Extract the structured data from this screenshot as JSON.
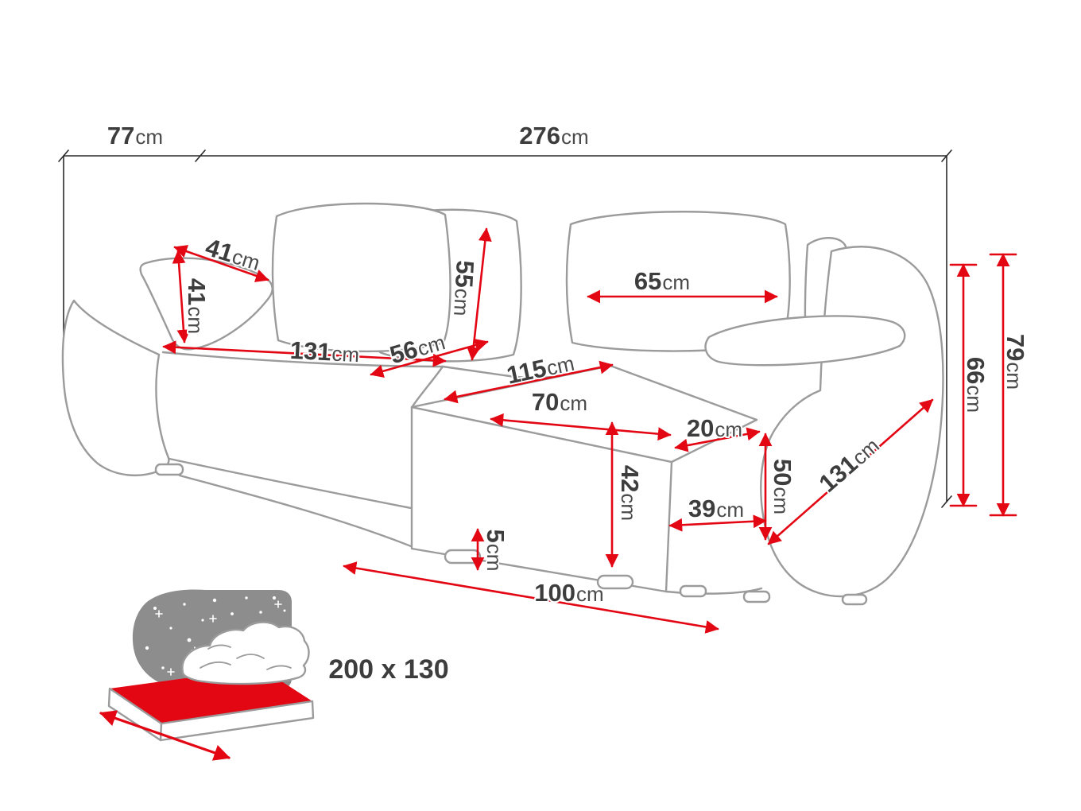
{
  "dims": {
    "top_depth": {
      "value": "77",
      "unit": "cm"
    },
    "total_width": {
      "value": "276",
      "unit": "cm"
    },
    "arm_pillow_width": {
      "value": "41",
      "unit": "cm"
    },
    "arm_pillow_height": {
      "value": "41",
      "unit": "cm"
    },
    "back_cushion_height": {
      "value": "55",
      "unit": "cm"
    },
    "back_cushion_width": {
      "value": "65",
      "unit": "cm"
    },
    "seat_width": {
      "value": "131",
      "unit": "cm"
    },
    "seat_depth": {
      "value": "56",
      "unit": "cm"
    },
    "chaise_length": {
      "value": "115",
      "unit": "cm"
    },
    "chaise_width": {
      "value": "70",
      "unit": "cm"
    },
    "armrest_width": {
      "value": "20",
      "unit": "cm"
    },
    "front_height": {
      "value": "42",
      "unit": "cm"
    },
    "base_depth": {
      "value": "39",
      "unit": "cm"
    },
    "base_height": {
      "value": "50",
      "unit": "cm"
    },
    "side_depth": {
      "value": "131",
      "unit": "cm"
    },
    "leg_height": {
      "value": "5",
      "unit": "cm"
    },
    "chaise_depth": {
      "value": "100",
      "unit": "cm"
    },
    "armrest_height": {
      "value": "66",
      "unit": "cm"
    },
    "backrest_height": {
      "value": "79",
      "unit": "cm"
    }
  },
  "bed_icon": {
    "size_label": "200 x 130"
  },
  "colors": {
    "dimension_red": "#e30613",
    "text_dark": "#3d3d3d",
    "sofa_line_gray": "#9b9b9b",
    "frame_black": "#2a2a2a",
    "headboard_gray": "#8d8d8d",
    "mattress_red": "#e30613"
  }
}
